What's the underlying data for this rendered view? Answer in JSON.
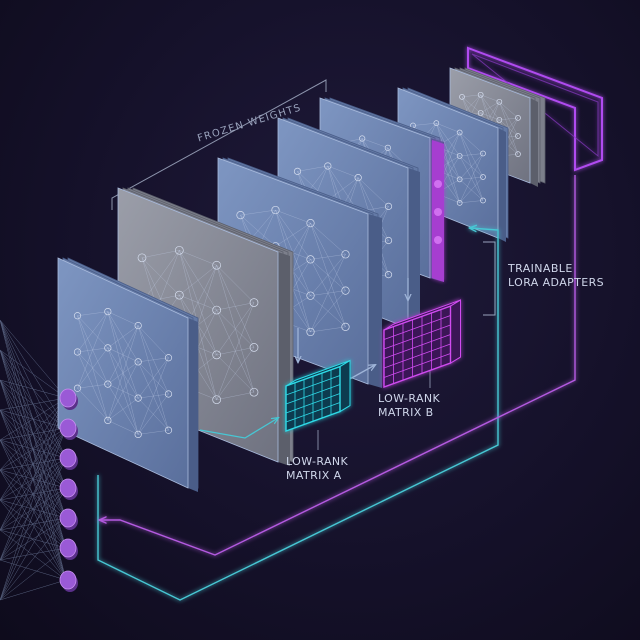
{
  "labels": {
    "frozen_weights": "FROZEN WEIGHTS",
    "trainable_line1": "TRAINABLE",
    "trainable_line2": "LORA ADAPTERS",
    "matrix_a_line1": "LOW-RANK",
    "matrix_a_line2": "MATRIX A",
    "matrix_b_line1": "LOW-RANK",
    "matrix_b_line2": "MATRIX B"
  },
  "colors": {
    "background": "#15112a",
    "panel_blue": "#6c84b2",
    "panel_gray": "#8a8d99",
    "matrix_a_cyan": "#27d3e0",
    "matrix_b_magenta": "#c43ee0",
    "adapter_purple": "#b04bf0",
    "input_node": "#9a5ad6"
  },
  "icons": {
    "frozen_layers": "neural-network-panel-icon",
    "adapter_frame": "glowing-frame-icon",
    "input_nodes": "neuron-node-icon"
  }
}
